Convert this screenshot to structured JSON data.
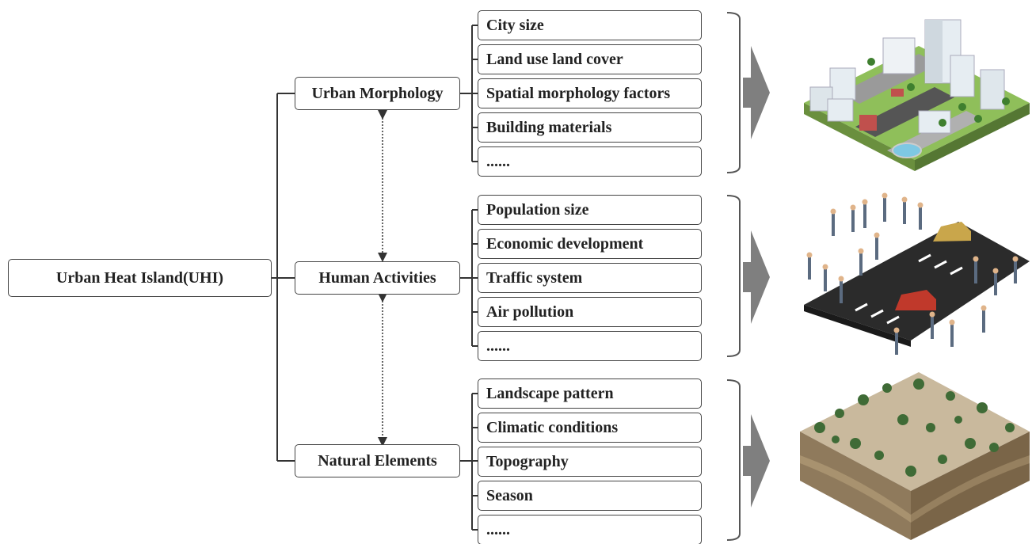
{
  "root": {
    "label": "Urban Heat Island(UHI)"
  },
  "categories": [
    {
      "label": "Urban Morphology",
      "factors": [
        "City size",
        "Land use land cover",
        "Spatial morphology factors",
        "Building materials",
        "......"
      ]
    },
    {
      "label": "Human Activities",
      "factors": [
        "Population size",
        "Economic development",
        "Traffic system",
        "Air pollution",
        "......"
      ]
    },
    {
      "label": "Natural Elements",
      "factors": [
        "Landscape pattern",
        "Climatic conditions",
        "Topography",
        "Season",
        "......"
      ]
    }
  ],
  "images": [
    "isometric-city-illustration",
    "crowd-street-illustration",
    "terrain-forest-illustration"
  ],
  "colors": {
    "line": "#333333",
    "arrow": "#7f7f7f",
    "box_border": "#444444"
  }
}
